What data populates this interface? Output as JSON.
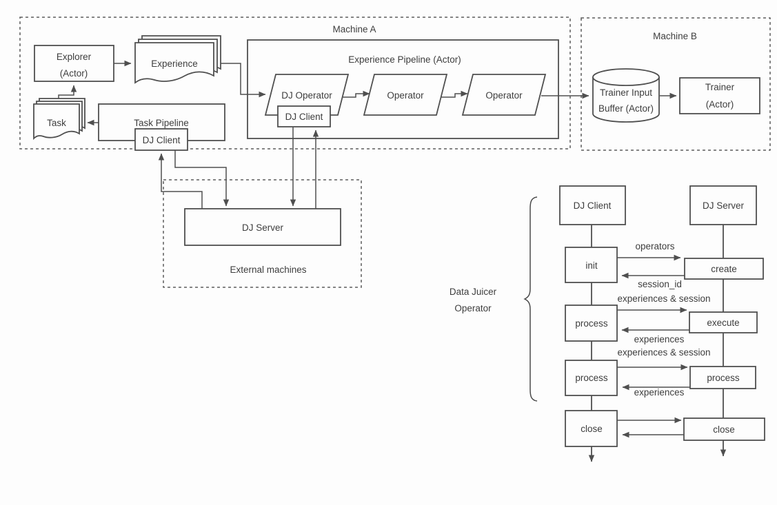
{
  "colors": {
    "stroke": "#4f4f4f",
    "text": "#3d3d3d",
    "background": "#fdfdfd"
  },
  "machines": {
    "a": {
      "label": "Machine A"
    },
    "b": {
      "label": "Machine B"
    }
  },
  "nodes": {
    "explorer": {
      "line1": "Explorer",
      "line2": "(Actor)"
    },
    "experience": {
      "label": "Experience"
    },
    "task": {
      "label": "Task"
    },
    "task_pipeline": {
      "label": "Task Pipeline",
      "dj_client": "DJ Client"
    },
    "experience_pipeline": {
      "label": "Experience Pipeline (Actor)",
      "operators": [
        "DJ Operator",
        "Operator",
        "Operator"
      ],
      "dj_client": "DJ Client"
    },
    "trainer_buffer": {
      "line1": "Trainer Input",
      "line2": "Buffer (Actor)"
    },
    "trainer": {
      "line1": "Trainer",
      "line2": "(Actor)"
    },
    "dj_server": {
      "label": "DJ Server"
    },
    "external_machines": {
      "label": "External machines"
    }
  },
  "sequence": {
    "client": {
      "header": "DJ Client",
      "steps": [
        "init",
        "process",
        "process",
        "close"
      ]
    },
    "server": {
      "header": "DJ Server",
      "steps": [
        "create",
        "execute",
        "process",
        "close"
      ]
    },
    "messages": [
      "operators",
      "session_id",
      "experiences & session",
      "experiences",
      "experiences & session",
      "experiences"
    ],
    "annotation": {
      "line1": "Data Juicer",
      "line2": "Operator"
    }
  }
}
